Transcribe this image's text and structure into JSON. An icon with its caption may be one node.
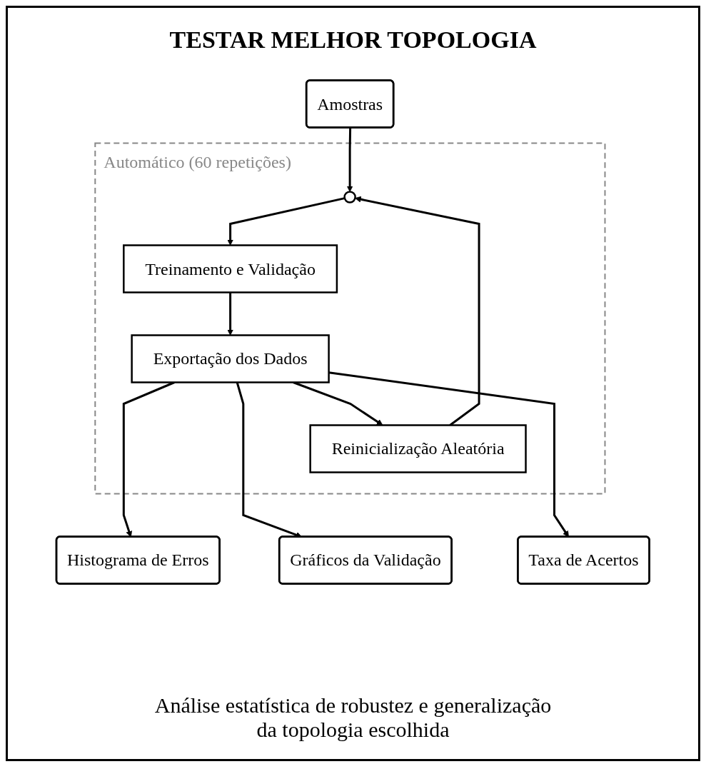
{
  "diagram": {
    "title": "TESTAR MELHOR TOPOLOGIA",
    "nodes": [
      {
        "text": [
          "Amostras"
        ]
      },
      {
        "text": [
          "Automático (60 repetições)"
        ]
      },
      {
        "text": [],
        "shape": "circle",
        "in": 1
      },
      {
        "text": [
          "Treinamento e Validação"
        ],
        "in": 1
      },
      {
        "text": [
          "Reinicialização Aleatória"
        ],
        "in": 1
      },
      {
        "text": [
          "Exportação dos Dados"
        ],
        "in": 1
      },
      {
        "text": [
          "Histograma de Erros"
        ]
      },
      {
        "text": [
          "Gráficos da Validação"
        ]
      },
      {
        "text": [
          "Taxa de Acertos"
        ]
      }
    ],
    "edges": [
      {
        "from": 0,
        "to": 2,
        "arrow": "to"
      },
      {
        "from": 2,
        "to": 3,
        "arrow": "to"
      },
      {
        "from": 3,
        "to": 5,
        "arrow": "to"
      },
      {
        "from": 5,
        "to": 4,
        "arrow": "to"
      },
      {
        "from": 4,
        "to": 2,
        "arrow": "to"
      },
      {
        "from": 5,
        "to": 6,
        "arrow": "to"
      },
      {
        "from": 5,
        "to": 7,
        "arrow": "to"
      },
      {
        "from": 5,
        "to": 8,
        "arrow": "to"
      }
    ],
    "labels": [
      "Análise estatística de robustez e generalização da topologia escolhida"
    ]
  }
}
